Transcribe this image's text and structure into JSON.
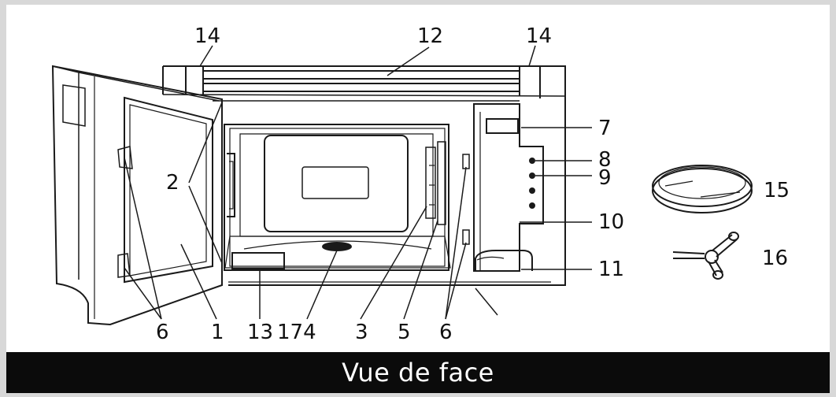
{
  "caption": "Vue de face",
  "callouts": {
    "c1": "1",
    "c2": "2",
    "c3": "3",
    "c5": "5",
    "c6a": "6",
    "c6b": "6",
    "c7": "7",
    "c8": "8",
    "c9": "9",
    "c10": "10",
    "c11": "11",
    "c12": "12",
    "c13": "13",
    "c14a": "14",
    "c14b": "14",
    "c15": "15",
    "c16": "16",
    "c174": "174"
  },
  "colors": {
    "line": "#1a1a1a",
    "panel": "#ffffff",
    "background": "#d8d8d8",
    "caption_bar": "#0b0b0b",
    "caption_text": "#ffffff"
  }
}
